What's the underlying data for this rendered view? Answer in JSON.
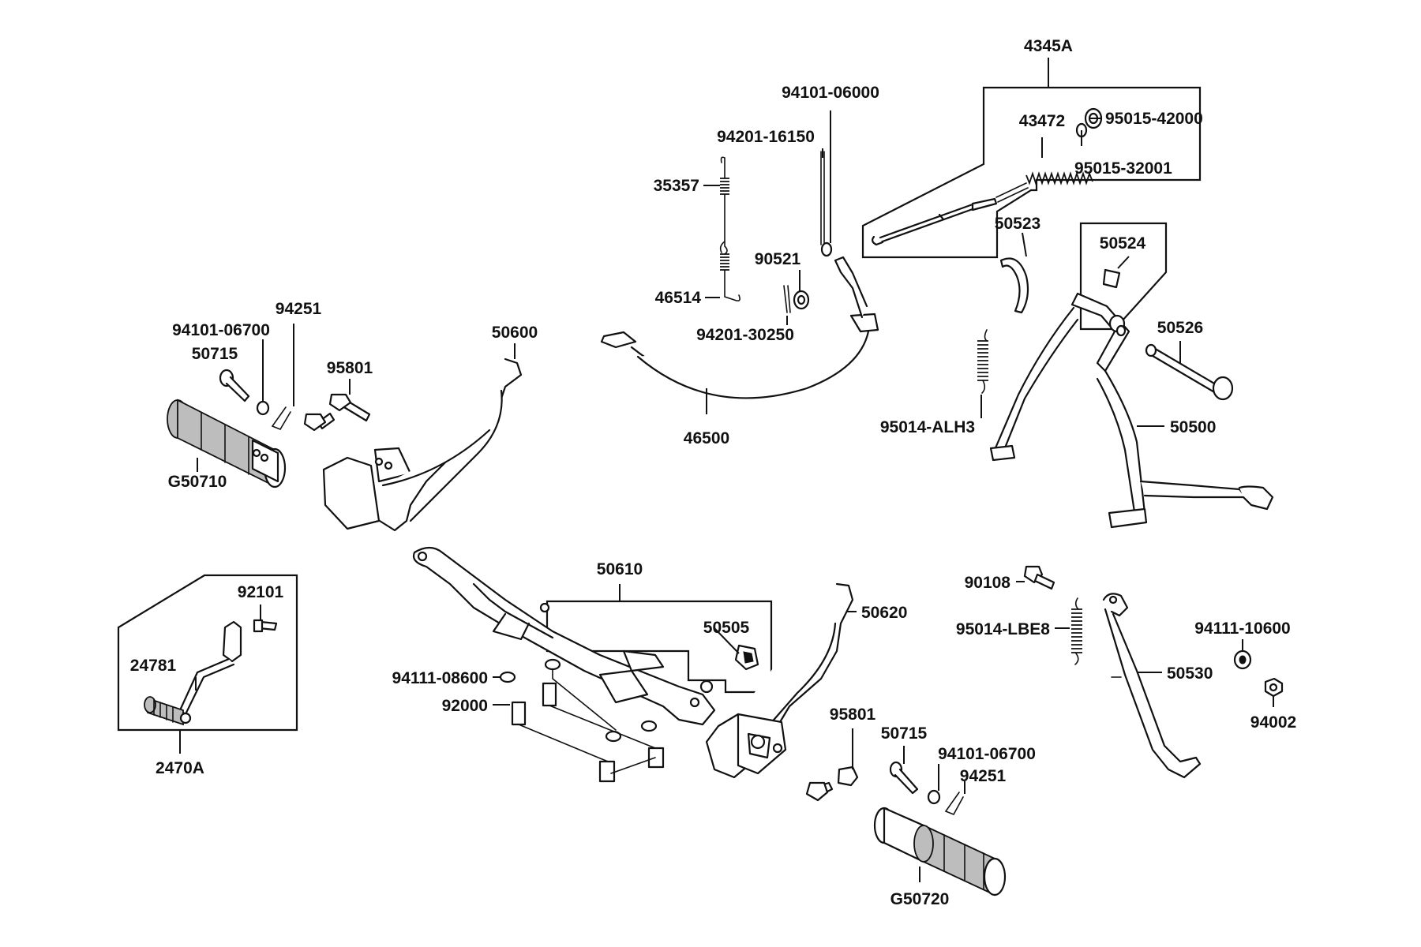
{
  "diagram": {
    "parts": [
      {
        "id": "p4345A",
        "label": "4345A"
      },
      {
        "id": "p43472",
        "label": "43472"
      },
      {
        "id": "p95015_42000",
        "label": "95015-42000"
      },
      {
        "id": "p95015_32001",
        "label": "95015-32001"
      },
      {
        "id": "p94101_06000",
        "label": "94101-06000"
      },
      {
        "id": "p94201_16150",
        "label": "94201-16150"
      },
      {
        "id": "p35357",
        "label": "35357"
      },
      {
        "id": "p90521",
        "label": "90521"
      },
      {
        "id": "p46514",
        "label": "46514"
      },
      {
        "id": "p94201_30250",
        "label": "94201-30250"
      },
      {
        "id": "p46500",
        "label": "46500"
      },
      {
        "id": "p50523",
        "label": "50523"
      },
      {
        "id": "p50524",
        "label": "50524"
      },
      {
        "id": "p50526",
        "label": "50526"
      },
      {
        "id": "p95014_ALH3",
        "label": "95014-ALH3"
      },
      {
        "id": "p50500",
        "label": "50500"
      },
      {
        "id": "p94251_a",
        "label": "94251"
      },
      {
        "id": "p94101_06700_a",
        "label": "94101-06700"
      },
      {
        "id": "p50715_a",
        "label": "50715"
      },
      {
        "id": "p95801_a",
        "label": "95801"
      },
      {
        "id": "p50600",
        "label": "50600"
      },
      {
        "id": "pG50710",
        "label": "G50710"
      },
      {
        "id": "p50610",
        "label": "50610"
      },
      {
        "id": "p50505",
        "label": "50505"
      },
      {
        "id": "p94111_08600",
        "label": "94111-08600"
      },
      {
        "id": "p92000",
        "label": "92000"
      },
      {
        "id": "p92101",
        "label": "92101"
      },
      {
        "id": "p24781",
        "label": "24781"
      },
      {
        "id": "p2470A",
        "label": "2470A"
      },
      {
        "id": "p50620",
        "label": "50620"
      },
      {
        "id": "p90108",
        "label": "90108"
      },
      {
        "id": "p95014_LBE8",
        "label": "95014-LBE8"
      },
      {
        "id": "p94111_10600",
        "label": "94111-10600"
      },
      {
        "id": "p50530",
        "label": "50530"
      },
      {
        "id": "p94002",
        "label": "94002"
      },
      {
        "id": "p95801_b",
        "label": "95801"
      },
      {
        "id": "p50715_b",
        "label": "50715"
      },
      {
        "id": "p94101_06700_b",
        "label": "94101-06700"
      },
      {
        "id": "p94251_b",
        "label": "94251"
      },
      {
        "id": "pG50720",
        "label": "G50720"
      }
    ]
  }
}
